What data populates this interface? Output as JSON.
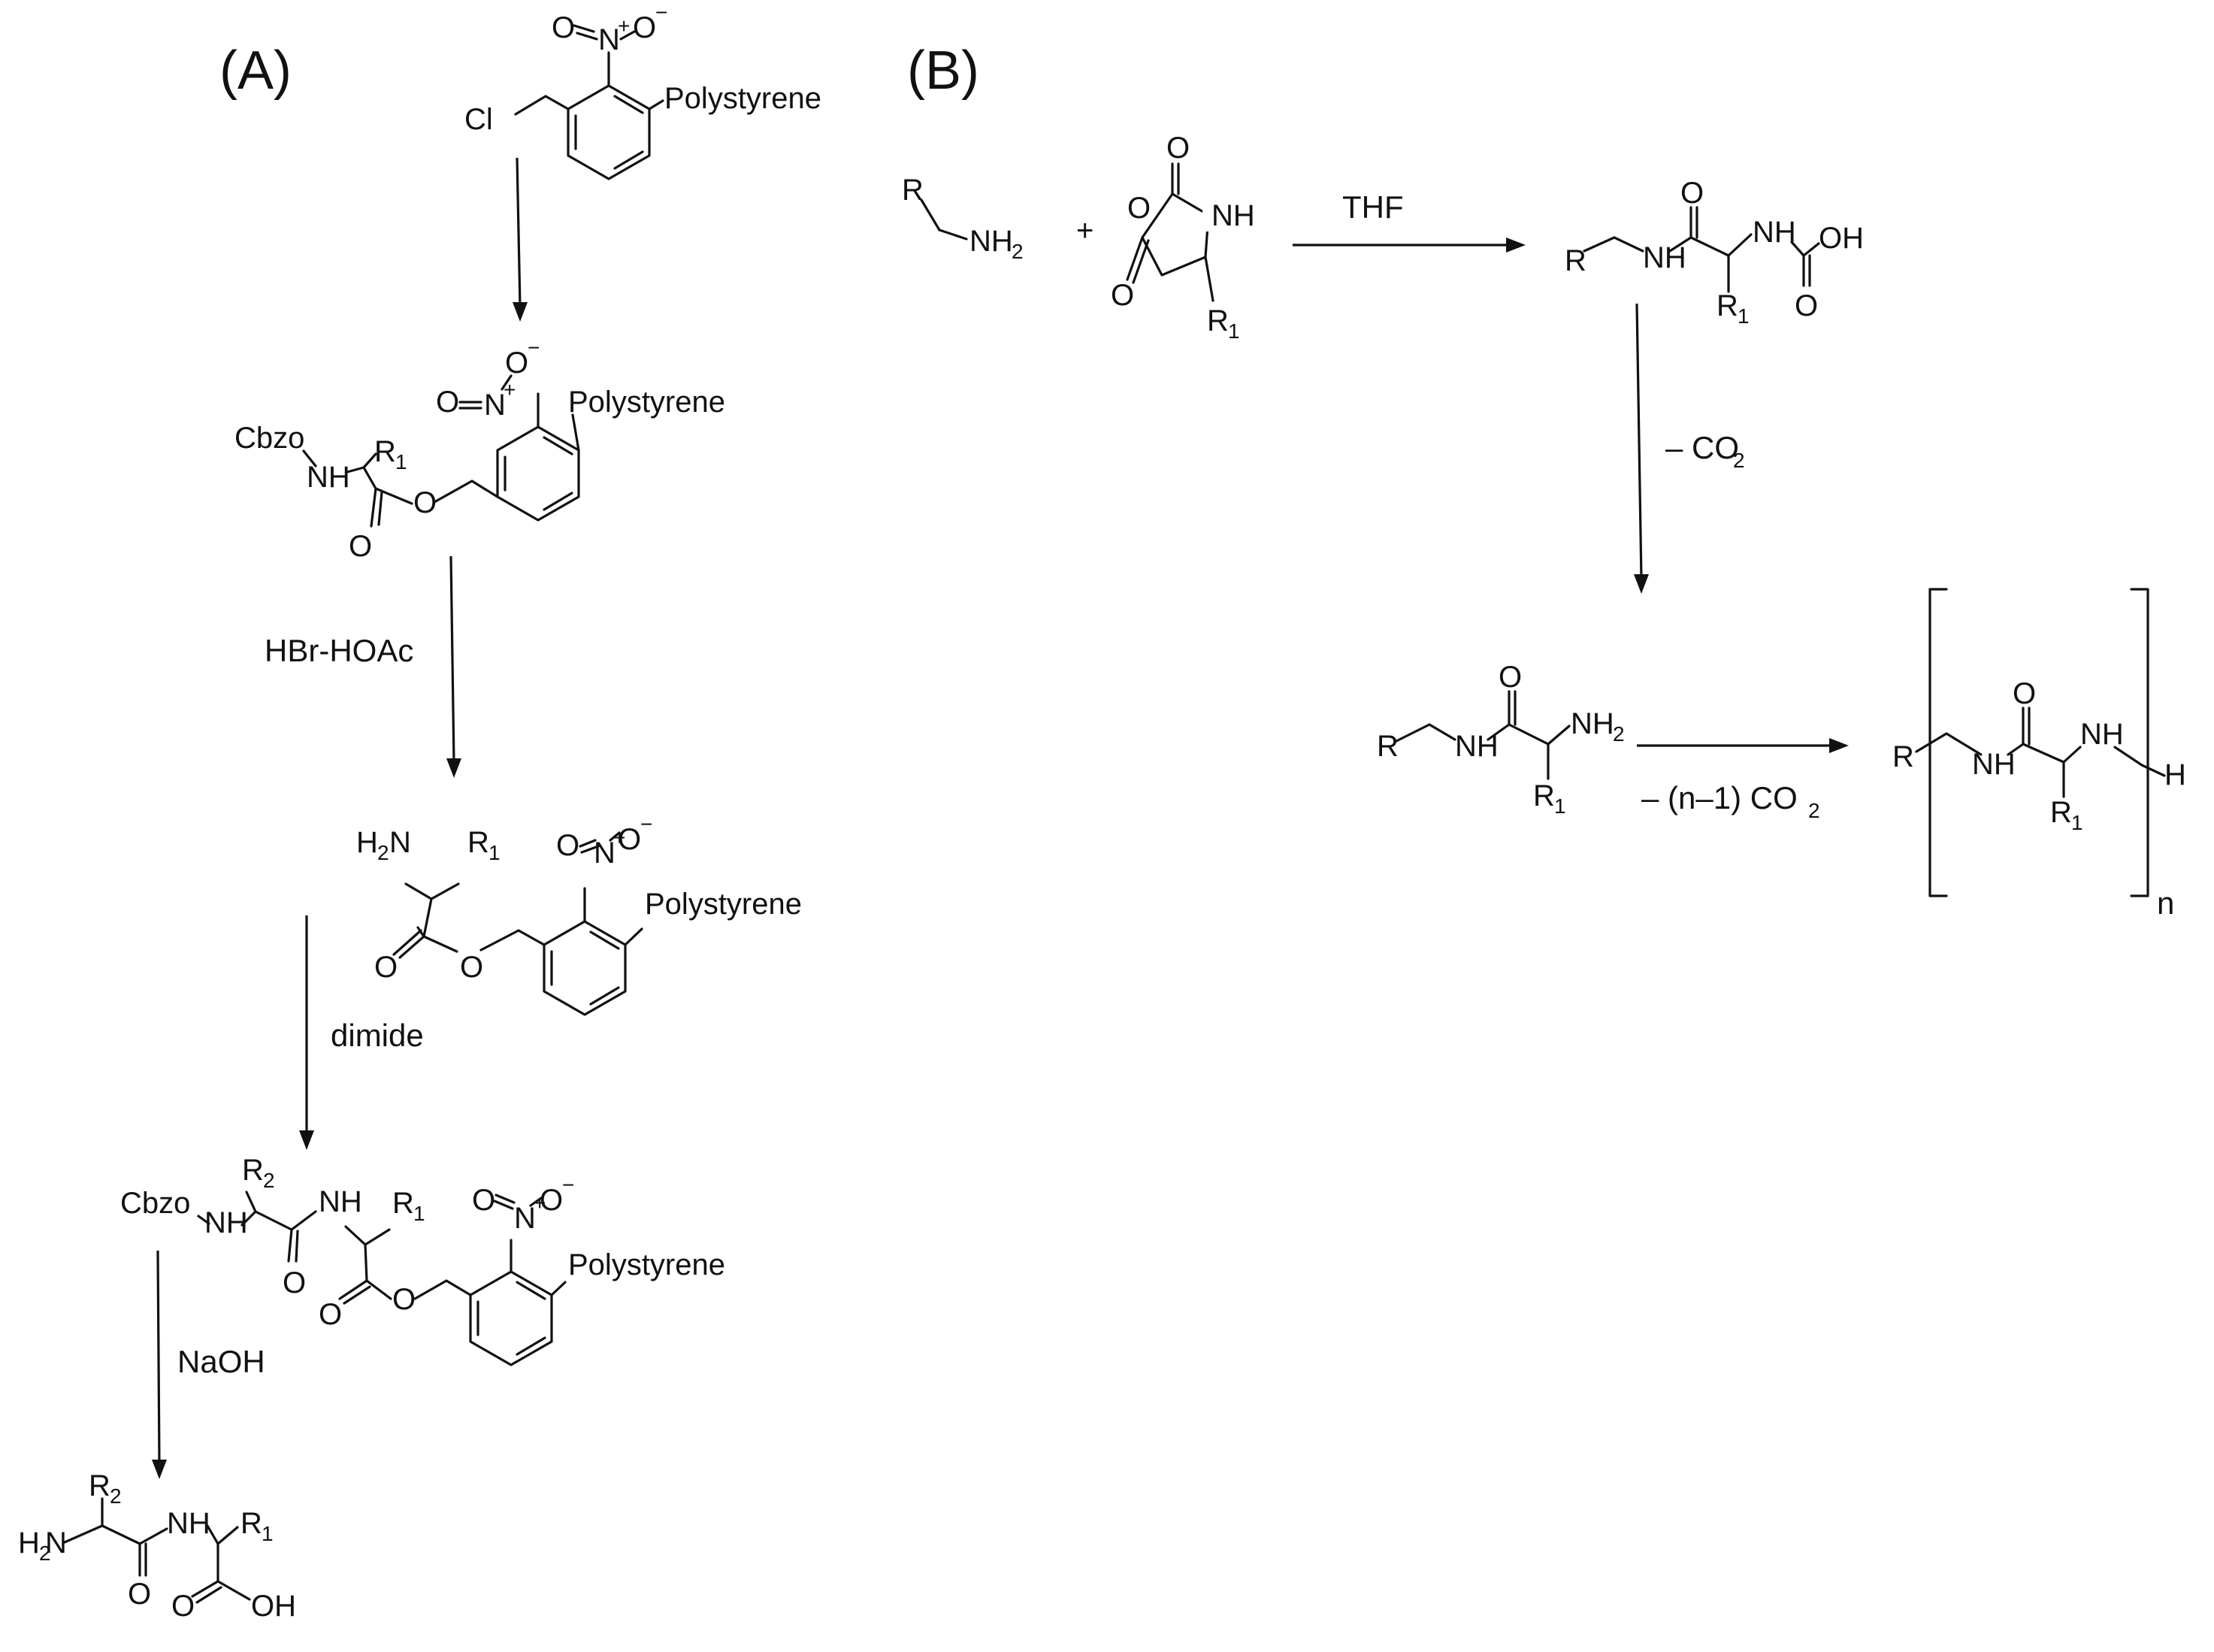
{
  "panels": {
    "a": "(A)",
    "b": "(B)"
  },
  "labels": {
    "polystyrene": "Polystyrene",
    "cl": "Cl",
    "no2_n": "N",
    "o": "O",
    "cbzo": "Cbzo",
    "nh": "NH",
    "h2n": "H",
    "nh2": "NH",
    "r": "R",
    "r1": "R",
    "r2": "R",
    "oh": "OH",
    "h": "H",
    "n_sub": "n",
    "plus": "+"
  },
  "subscripts": {
    "one": "1",
    "two": "2"
  },
  "conditions": {
    "step_a2": "HBr-HOAc",
    "step_a3": "dimide",
    "step_a4": "NaOH",
    "step_b1": "THF",
    "step_b2_prefix": "– CO",
    "step_b3_prefix": "– (n–1) CO"
  }
}
